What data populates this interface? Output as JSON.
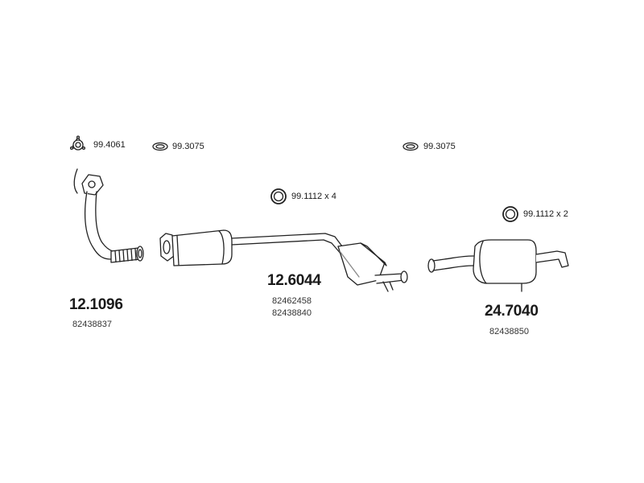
{
  "accessories": [
    {
      "id": "gasket-triangle",
      "label": "99.4061"
    },
    {
      "id": "ring-left",
      "label": "99.3075"
    },
    {
      "id": "ring-right",
      "label": "99.3075"
    },
    {
      "id": "clamp-center",
      "label": "99.1112 x 4"
    },
    {
      "id": "clamp-right",
      "label": "99.1112 x 2"
    }
  ],
  "parts": [
    {
      "id": "front-pipe",
      "number": "12.1096",
      "oem": [
        "82438837"
      ]
    },
    {
      "id": "center-silencer",
      "number": "12.6044",
      "oem": [
        "82462458",
        "82438840"
      ]
    },
    {
      "id": "rear-silencer",
      "number": "24.7040",
      "oem": [
        "82438850"
      ]
    }
  ],
  "colors": {
    "line": "#222222",
    "fill": "#ffffff",
    "shade": "#d9d9d9",
    "text": "#1a1a1a"
  }
}
